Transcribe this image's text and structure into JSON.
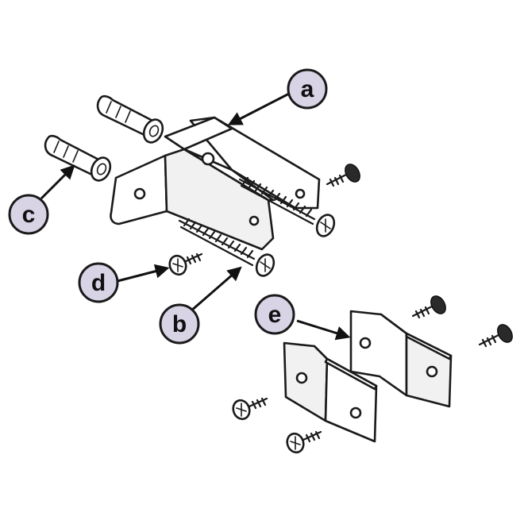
{
  "labels": [
    {
      "id": "a",
      "text": "a"
    },
    {
      "id": "b",
      "text": "b"
    },
    {
      "id": "c",
      "text": "c"
    },
    {
      "id": "d",
      "text": "d"
    },
    {
      "id": "e",
      "text": "e"
    }
  ],
  "colors": {
    "label_fill": "#d9d3e6",
    "outline": "#1a1a1a",
    "background": "#ffffff"
  }
}
